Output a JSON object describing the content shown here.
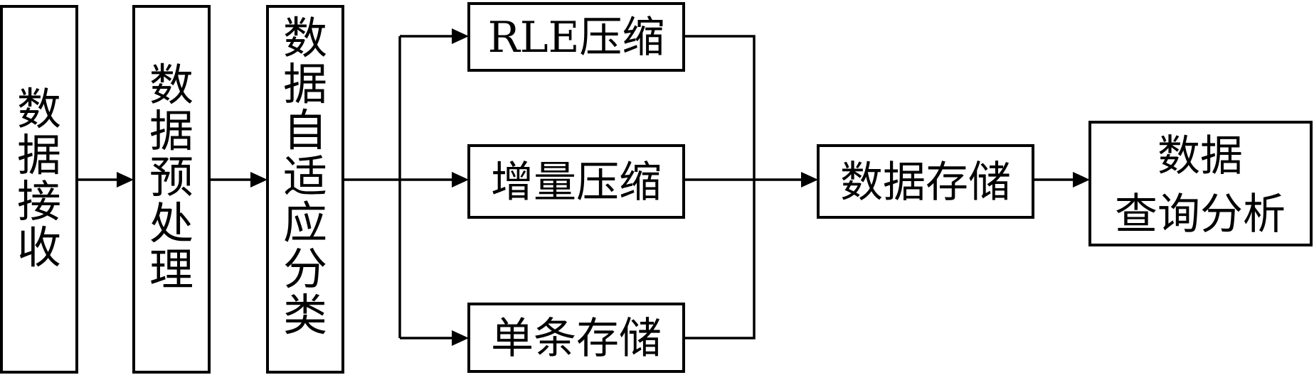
{
  "nodes": {
    "receive": [
      "数",
      "据",
      "接",
      "收"
    ],
    "preprocess": [
      "数",
      "据",
      "预",
      "处",
      "理"
    ],
    "classify": [
      "数",
      "据",
      "自",
      "适",
      "应",
      "分",
      "类"
    ],
    "rle": "RLE压缩",
    "incremental": "增量压缩",
    "single": "单条存储",
    "storage": "数据存储",
    "query_line1": "数据",
    "query_line2": "查询分析"
  },
  "colors": {
    "stroke": "#000000",
    "background": "#ffffff"
  }
}
